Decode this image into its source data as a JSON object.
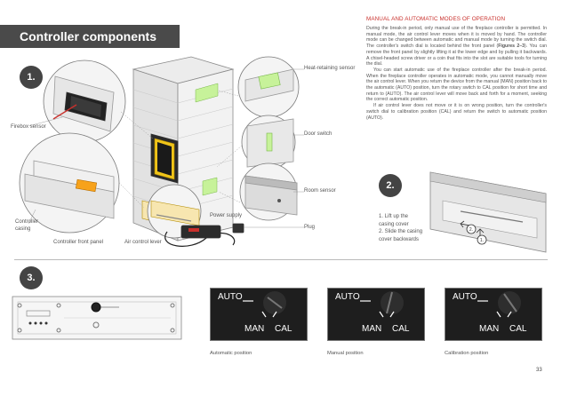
{
  "header": {
    "title": "Controller components"
  },
  "steps": {
    "one": "1.",
    "two": "2.",
    "three": "3."
  },
  "diagram_labels": {
    "firebox_sensor": "Firebox sensor",
    "controller_casing_1": "Controller",
    "controller_casing_2": "casing",
    "controller_front_panel": "Controller front panel",
    "air_control_lever": "Air control lever",
    "power_supply": "Power supply",
    "heat_retaining_sensor": "Heat-retaining sensor",
    "door_switch": "Door switch",
    "room_sensor": "Room sensor",
    "plug": "Plug"
  },
  "right_column": {
    "title": "MANUAL AND AUTOMATIC MODES OF OPERATION",
    "p1_a": "During the break-in period, only manual use of the fireplace controller is permitted. In manual mode, the air control lever moves when it is moved by hand. The controller mode can be changed between automatic and manual mode by turning the switch dial. The controller's switch dial is located behind the front panel (",
    "p1_figs": "Figures 2–3",
    "p1_b": "). You can remove the front panel by slightly lifting it at the lower edge and by pulling it backwards. A chisel-headed screw driver or a coin that fits into the slot are suitable tools for turning the dial.",
    "p2": "You can start automatic use of the fireplace controller after the break-in period. When the fireplace controller operates in automatic mode, you cannot manually move the air control lever. When you return the device from the manual (MAN) position back to the automatic (AUTO) position, turn the rotary switch to CAL position for short time and return to (AUTO). The air control lever will move back and forth for a moment, seeking the correct automatic position.",
    "p3": "If air control lever does not move or it is on wrong position, turn the controller's switch dial to calibration position (CAL) and return the switch to automatic position (AUTO)."
  },
  "figure2": {
    "instr1_a": "1. Lift up the",
    "instr1_b": "casing cover",
    "instr2_a": "2. Slide the casing",
    "instr2_b": "cover backwards",
    "marker1": "1.",
    "marker2": "2."
  },
  "dials": {
    "auto": "AUTO",
    "man": "MAN",
    "cal": "CAL"
  },
  "captions": {
    "automatic": "Automatic position",
    "manual": "Manual position",
    "calibration": "Calibration position"
  },
  "page_number": "33"
}
